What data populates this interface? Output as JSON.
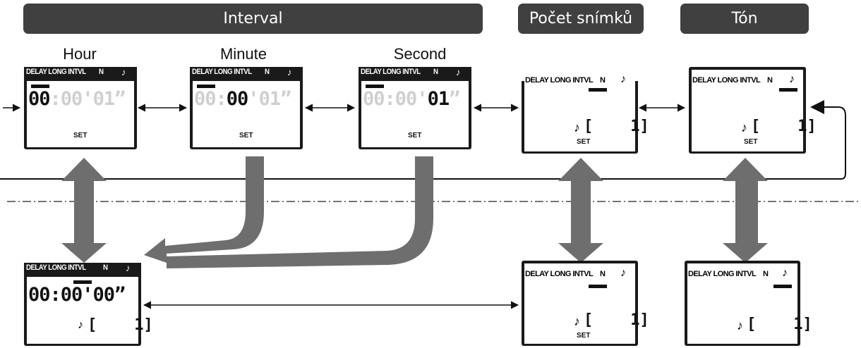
{
  "headers": {
    "interval": "Interval",
    "count": "Počet snímků",
    "tone": "Tón"
  },
  "columns": {
    "hour": "Hour",
    "minute": "Minute",
    "second": "Second"
  },
  "lcd": {
    "row1_text": "DELAY LONG INTVL",
    "n_label": "N",
    "note_glyph": "♪",
    "set_label": "SET",
    "quote_glyph": "”",
    "hour_screen": {
      "hh": "00",
      "sep1": ":",
      "mm": "00",
      "sep2": "'",
      "ss": "01",
      "tail": "”"
    },
    "minute_screen": {
      "hh": "00",
      "sep1": ":",
      "mm": "00",
      "sep2": "'",
      "ss": "01",
      "tail": "”"
    },
    "second_screen": {
      "hh": "00",
      "sep1": ":",
      "mm": "00",
      "sep2": "'",
      "ss": "01",
      "tail": "”"
    },
    "result_screen": {
      "time": "00:00'00”",
      "frame": "[    1]"
    },
    "count_frame": "[    1]",
    "tone_frame": "[    1]"
  },
  "colors": {
    "header_bg": "#404040",
    "arrow_gray": "#6e6e6e",
    "lcd_dark": "#1a1a1a",
    "dim_digit": "#cfcfcf"
  }
}
